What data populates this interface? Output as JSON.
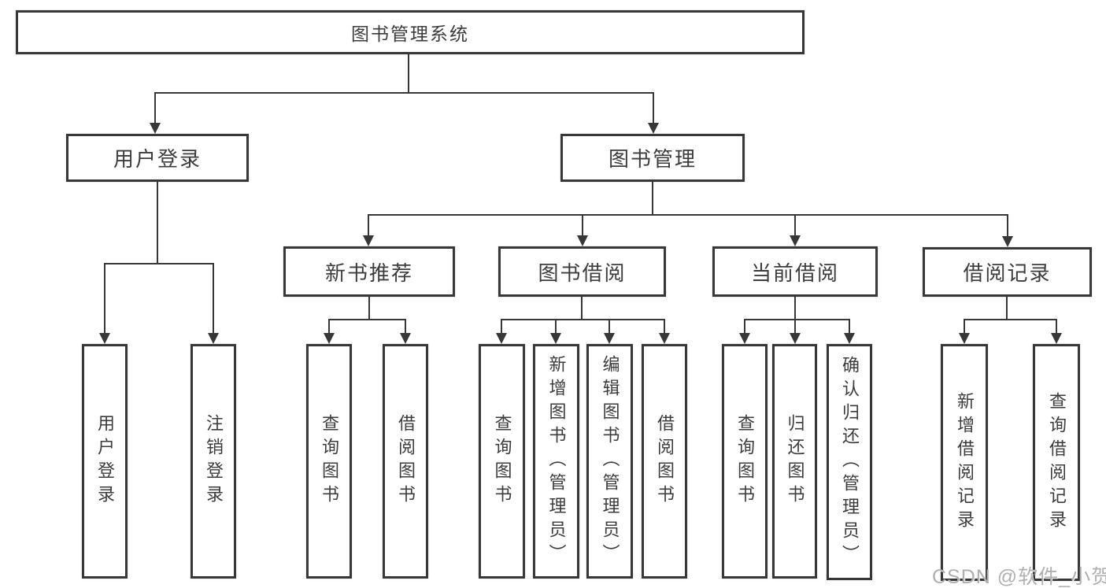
{
  "nodes": {
    "root": "图书管理系统",
    "branches": [
      "用户登录",
      "图书管理"
    ],
    "modules": [
      "新书推荐",
      "图书借阅",
      "当前借阅",
      "借阅记录"
    ],
    "leaves": {
      "user_login": [
        "用户登录",
        "注销登录"
      ],
      "new_book_recommend": [
        "查询图书",
        "借阅图书"
      ],
      "book_borrow": [
        "查询图书",
        "新增图书（管理员）",
        "编辑图书（管理员）",
        "借阅图书"
      ],
      "current_borrow": [
        "查询图书",
        "归还图书",
        "确认归还（管理员）"
      ],
      "borrow_record": [
        "新增借阅记录",
        "查询借阅记录"
      ]
    }
  },
  "watermark": "CSDN @软件_小贺同学",
  "colors": {
    "line": "#373737",
    "text": "#3c3c3c",
    "watermark": "#b0b0b0",
    "background": "#ffffff"
  }
}
